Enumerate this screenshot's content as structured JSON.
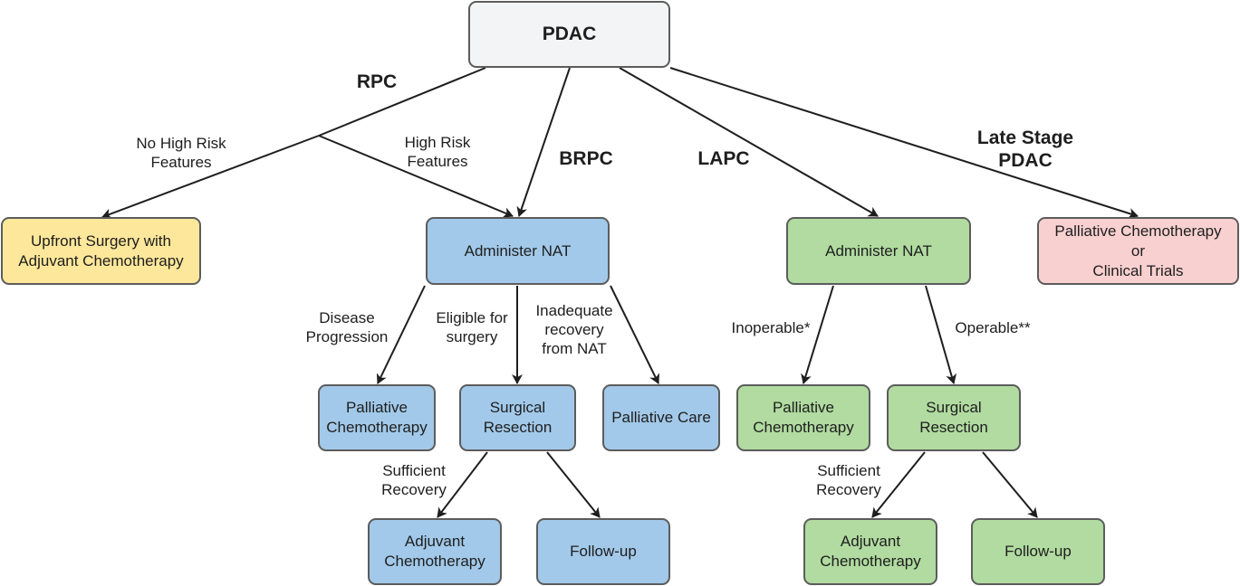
{
  "root": "PDAC",
  "branches": {
    "rpc": "RPC",
    "brpc": "BRPC",
    "lapc": "LAPC",
    "late_stage": "Late Stage\nPDAC"
  },
  "edge_labels": {
    "no_high_risk": "No High Risk\nFeatures",
    "high_risk": "High Risk\nFeatures",
    "disease_progression": "Disease\nProgression",
    "eligible_surgery": "Eligible for\nsurgery",
    "inadequate_recovery": "Inadequate\nrecovery\nfrom NAT",
    "inoperable": "Inoperable*",
    "operable": "Operable**",
    "sufficient_recovery_brpc": "Sufficient\nRecovery",
    "sufficient_recovery_lapc": "Sufficient\nRecovery"
  },
  "nodes": {
    "upfront_surgery": "Upfront Surgery with\nAdjuvant Chemotherapy",
    "brpc_nat": "Administer NAT",
    "lapc_nat": "Administer NAT",
    "late_stage_treatment": "Palliative Chemotherapy\nor\nClinical Trials",
    "brpc_palliative_chemo": "Palliative\nChemotherapy",
    "brpc_surgical_resection": "Surgical\nResection",
    "brpc_palliative_care": "Palliative Care",
    "lapc_palliative_chemo": "Palliative\nChemotherapy",
    "lapc_surgical_resection": "Surgical\nResection",
    "brpc_adjuvant_chemo": "Adjuvant\nChemotherapy",
    "brpc_followup": "Follow-up",
    "lapc_adjuvant_chemo": "Adjuvant\nChemotherapy",
    "lapc_followup": "Follow-up"
  },
  "colors": {
    "root": "#f3f4f5",
    "rpc": "#fde79a",
    "brpc": "#a2c9e9",
    "lapc": "#b1dba0",
    "late_stage": "#f8d0d0",
    "border": "#5c5c5c",
    "arrow": "#1e1e1e"
  }
}
